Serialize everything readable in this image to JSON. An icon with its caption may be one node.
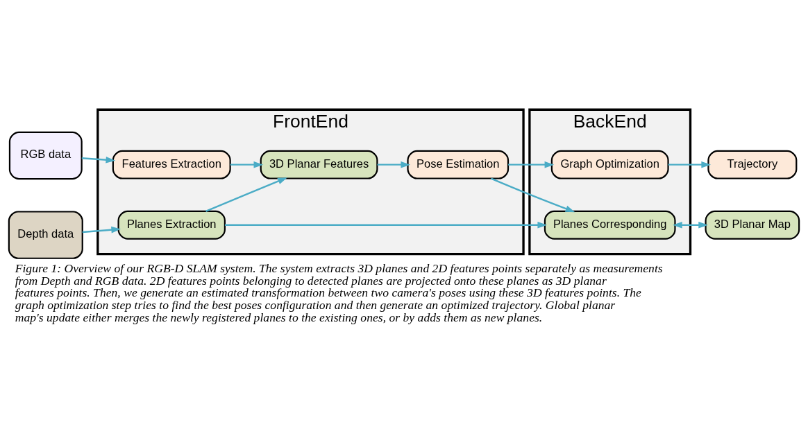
{
  "diagram": {
    "caption": "Figure 1: Overview of our RGB-D SLAM system. The system extracts 3D planes and 2D features points separately as measurements from Depth and RGB data. 2D features points belonging to detected planes are projected onto these planes as 3D planar features points. Then, we generate an estimated transformation between two camera's poses using these 3D features points. The graph optimization step tries to find the best poses configuration and then generate an optimized trajectory. Global planar map's update either merges the newly registered planes to the existing ones, or by adds them as new planes.",
    "nodes": [
      {
        "text": [
          "RGB data"
        ]
      },
      {
        "text": [
          "Depth data"
        ]
      },
      {
        "text": [
          "FrontEnd"
        ]
      },
      {
        "text": [
          "Features Extraction"
        ],
        "in": 2
      },
      {
        "text": [
          "Planes Extraction"
        ],
        "in": 2
      },
      {
        "text": [
          "3D Planar Features"
        ],
        "in": 2
      },
      {
        "text": [
          "Pose Estimation"
        ],
        "in": 2
      },
      {
        "text": [
          "BackEnd"
        ]
      },
      {
        "text": [
          "Graph Optimization"
        ],
        "in": 7
      },
      {
        "text": [
          "Planes Corresponding"
        ],
        "in": 7
      },
      {
        "text": [
          "Trajectory"
        ]
      },
      {
        "text": [
          "3D Planar Map"
        ]
      }
    ],
    "edges": [
      {
        "from": 0,
        "to": 3,
        "arrow": "to"
      },
      {
        "from": 1,
        "to": 4,
        "arrow": "to"
      },
      {
        "from": 3,
        "to": 5,
        "arrow": "to"
      },
      {
        "from": 4,
        "to": 5,
        "arrow": "to"
      },
      {
        "from": 5,
        "to": 6,
        "arrow": "to"
      },
      {
        "from": 6,
        "to": 8,
        "arrow": "to"
      },
      {
        "from": 8,
        "to": 10,
        "arrow": "to"
      },
      {
        "from": 4,
        "to": 9,
        "arrow": "to"
      },
      {
        "from": 6,
        "to": 9,
        "arrow": "to"
      },
      {
        "from": 9,
        "to": 11,
        "arrow": "both"
      }
    ]
  }
}
